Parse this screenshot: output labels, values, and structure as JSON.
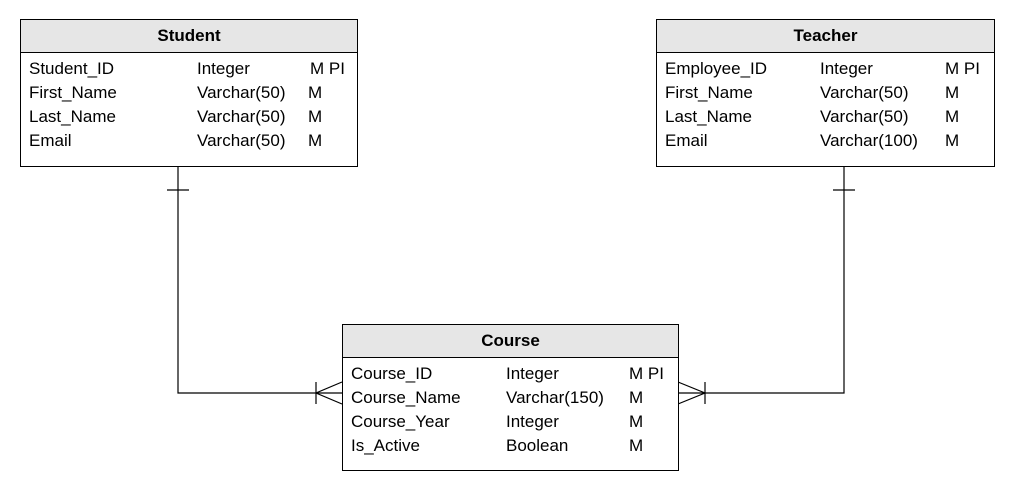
{
  "entities": {
    "student": {
      "title": "Student",
      "rows": [
        {
          "name": "Student_ID",
          "type": "Integer",
          "flags": "M PI"
        },
        {
          "name": "First_Name",
          "type": "Varchar(50)",
          "flags": "M"
        },
        {
          "name": "Last_Name",
          "type": "Varchar(50)",
          "flags": "M"
        },
        {
          "name": "Email",
          "type": "Varchar(50)",
          "flags": "M"
        }
      ]
    },
    "teacher": {
      "title": "Teacher",
      "rows": [
        {
          "name": "Employee_ID",
          "type": "Integer",
          "flags": "M PI"
        },
        {
          "name": "First_Name",
          "type": "Varchar(50)",
          "flags": "M"
        },
        {
          "name": "Last_Name",
          "type": "Varchar(50)",
          "flags": "M"
        },
        {
          "name": "Email",
          "type": "Varchar(100)",
          "flags": "M"
        }
      ]
    },
    "course": {
      "title": "Course",
      "rows": [
        {
          "name": "Course_ID",
          "type": "Integer",
          "flags": "M PI"
        },
        {
          "name": "Course_Name",
          "type": "Varchar(150)",
          "flags": "M"
        },
        {
          "name": "Course_Year",
          "type": "Integer",
          "flags": "M"
        },
        {
          "name": "Is_Active",
          "type": "Boolean",
          "flags": "M"
        }
      ]
    }
  },
  "relationships": [
    {
      "from": "Student",
      "from_cardinality": "one",
      "to": "Course",
      "to_cardinality": "many"
    },
    {
      "from": "Teacher",
      "from_cardinality": "one",
      "to": "Course",
      "to_cardinality": "many"
    }
  ],
  "colors": {
    "header_fill": "#e6e6e6",
    "line": "#000000",
    "background": "#ffffff"
  }
}
